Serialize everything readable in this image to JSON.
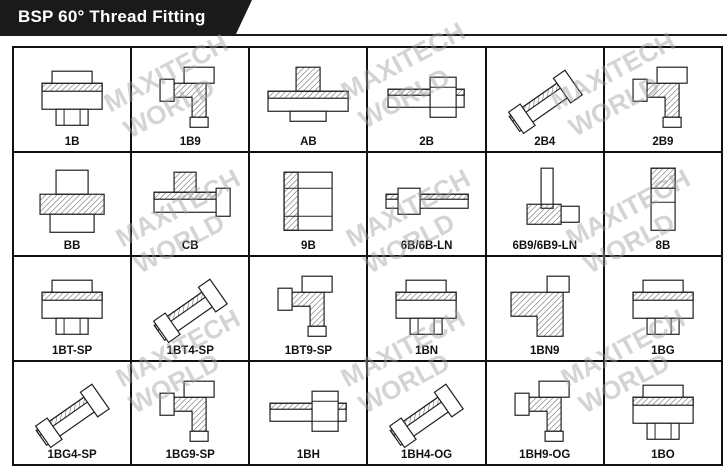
{
  "header": {
    "title": "BSP 60° Thread Fitting"
  },
  "watermark": {
    "line1": "MAXITECH",
    "line2": "WORLD"
  },
  "fittings": [
    {
      "label": "1B",
      "shape": "straight"
    },
    {
      "label": "1B9",
      "shape": "elbow"
    },
    {
      "label": "AB",
      "shape": "tee-down"
    },
    {
      "label": "2B",
      "shape": "straight-nut"
    },
    {
      "label": "2B4",
      "shape": "elbow45"
    },
    {
      "label": "2B9",
      "shape": "elbow"
    },
    {
      "label": "BB",
      "shape": "straight-bulk"
    },
    {
      "label": "CB",
      "shape": "tee-side"
    },
    {
      "label": "9B",
      "shape": "nut"
    },
    {
      "label": "6B/6B-LN",
      "shape": "long"
    },
    {
      "label": "6B9/6B9-LN",
      "shape": "long-elbow"
    },
    {
      "label": "8B",
      "shape": "cap"
    },
    {
      "label": "1BT-SP",
      "shape": "straight"
    },
    {
      "label": "1BT4-SP",
      "shape": "elbow45"
    },
    {
      "label": "1BT9-SP",
      "shape": "elbow"
    },
    {
      "label": "1BN",
      "shape": "straight"
    },
    {
      "label": "1BN9",
      "shape": "elbow-big"
    },
    {
      "label": "1BG",
      "shape": "straight"
    },
    {
      "label": "1BG4-SP",
      "shape": "elbow45"
    },
    {
      "label": "1BG9-SP",
      "shape": "elbow"
    },
    {
      "label": "1BH",
      "shape": "straight-nut"
    },
    {
      "label": "1BH4-OG",
      "shape": "elbow45"
    },
    {
      "label": "1BH9-OG",
      "shape": "elbow"
    },
    {
      "label": "1BO",
      "shape": "straight"
    }
  ]
}
